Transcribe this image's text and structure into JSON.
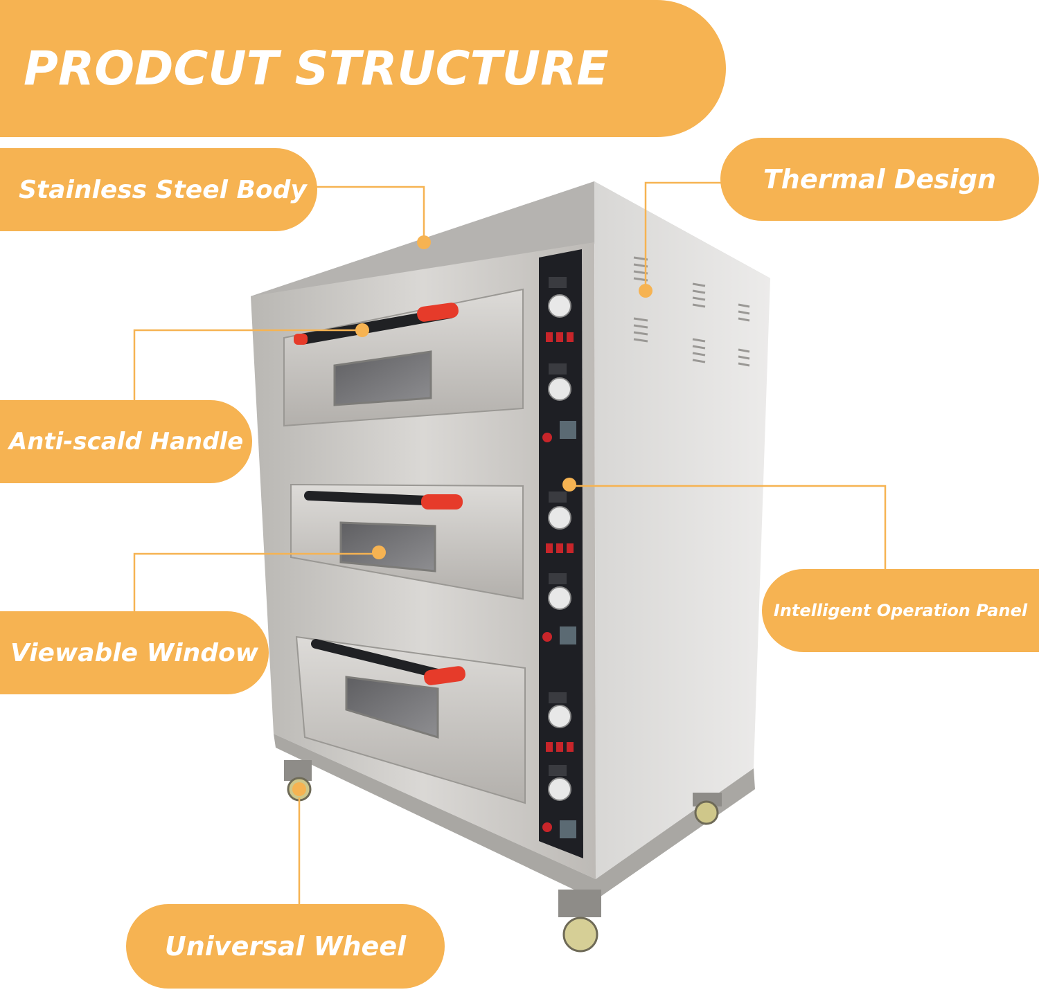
{
  "banner": {
    "title": "PRODCUT STRUCTURE"
  },
  "callouts": {
    "body": "Stainless Steel Body",
    "thermal": "Thermal Design",
    "handle": "Anti-scald Handle",
    "panel": "Intelligent Operation Panel",
    "window": "Viewable Window",
    "wheel": "Universal Wheel"
  },
  "colors": {
    "accent": "#f6b352",
    "text": "#ffffff",
    "steel": "#c9c7c4",
    "panel": "#1e1f24",
    "handle_red": "#e63b2a"
  },
  "product": {
    "type": "three-deck oven",
    "decks": 3
  }
}
